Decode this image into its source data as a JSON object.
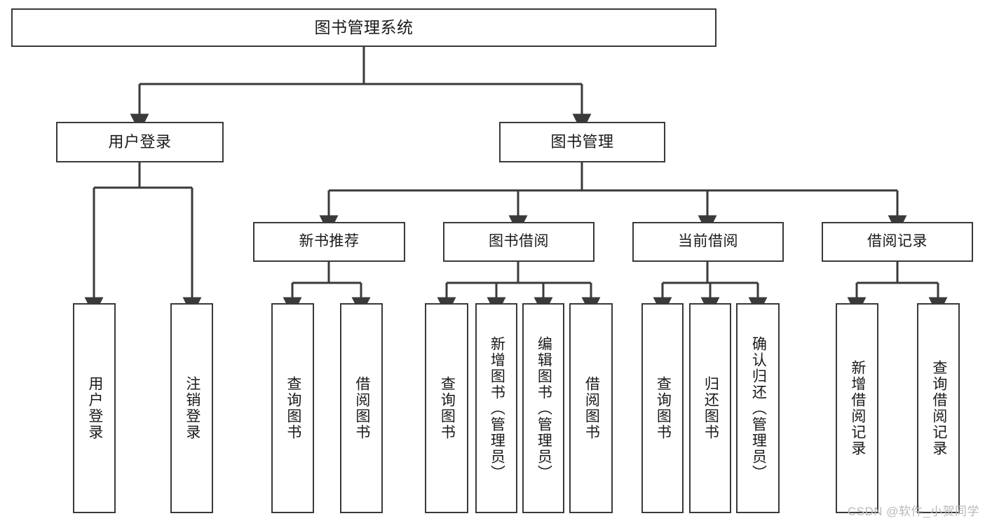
{
  "diagram": {
    "title": "图书管理系统",
    "watermark": "CSDN @软件_小贺同学",
    "line_color": "#3a3a3a",
    "box_fill": "#ffffff",
    "text_color": "#1a1a1a",
    "watermark_color": "#b9b9b9"
  },
  "nodes": {
    "root": {
      "label": "图书管理系统"
    },
    "level2": [
      {
        "id": "user-login",
        "label": "用户登录"
      },
      {
        "id": "book-management",
        "label": "图书管理"
      }
    ],
    "level3": [
      {
        "id": "new-book-recommend",
        "label": "新书推荐"
      },
      {
        "id": "book-borrow",
        "label": "图书借阅"
      },
      {
        "id": "current-borrow",
        "label": "当前借阅"
      },
      {
        "id": "borrow-record",
        "label": "借阅记录"
      }
    ],
    "leaves": {
      "user_login": [
        {
          "id": "leaf-user-login",
          "label": "用户登录"
        },
        {
          "id": "leaf-logout-login",
          "label": "注销登录"
        }
      ],
      "new_book_recommend": [
        {
          "id": "leaf-query-book-1",
          "label": "查询图书"
        },
        {
          "id": "leaf-borrow-book-1",
          "label": "借阅图书"
        }
      ],
      "book_borrow": [
        {
          "id": "leaf-query-book-2",
          "label": "查询图书"
        },
        {
          "id": "leaf-add-book",
          "label": "新增图书（管理员）"
        },
        {
          "id": "leaf-edit-book",
          "label": "编辑图书（管理员）"
        },
        {
          "id": "leaf-borrow-book-2",
          "label": "借阅图书"
        }
      ],
      "current_borrow": [
        {
          "id": "leaf-query-book-3",
          "label": "查询图书"
        },
        {
          "id": "leaf-return-book",
          "label": "归还图书"
        },
        {
          "id": "leaf-confirm-return",
          "label": "确认归还（管理员）"
        }
      ],
      "borrow_record": [
        {
          "id": "leaf-add-borrow-record",
          "label": "新增借阅记录"
        },
        {
          "id": "leaf-query-borrow-record",
          "label": "查询借阅记录"
        }
      ]
    }
  }
}
